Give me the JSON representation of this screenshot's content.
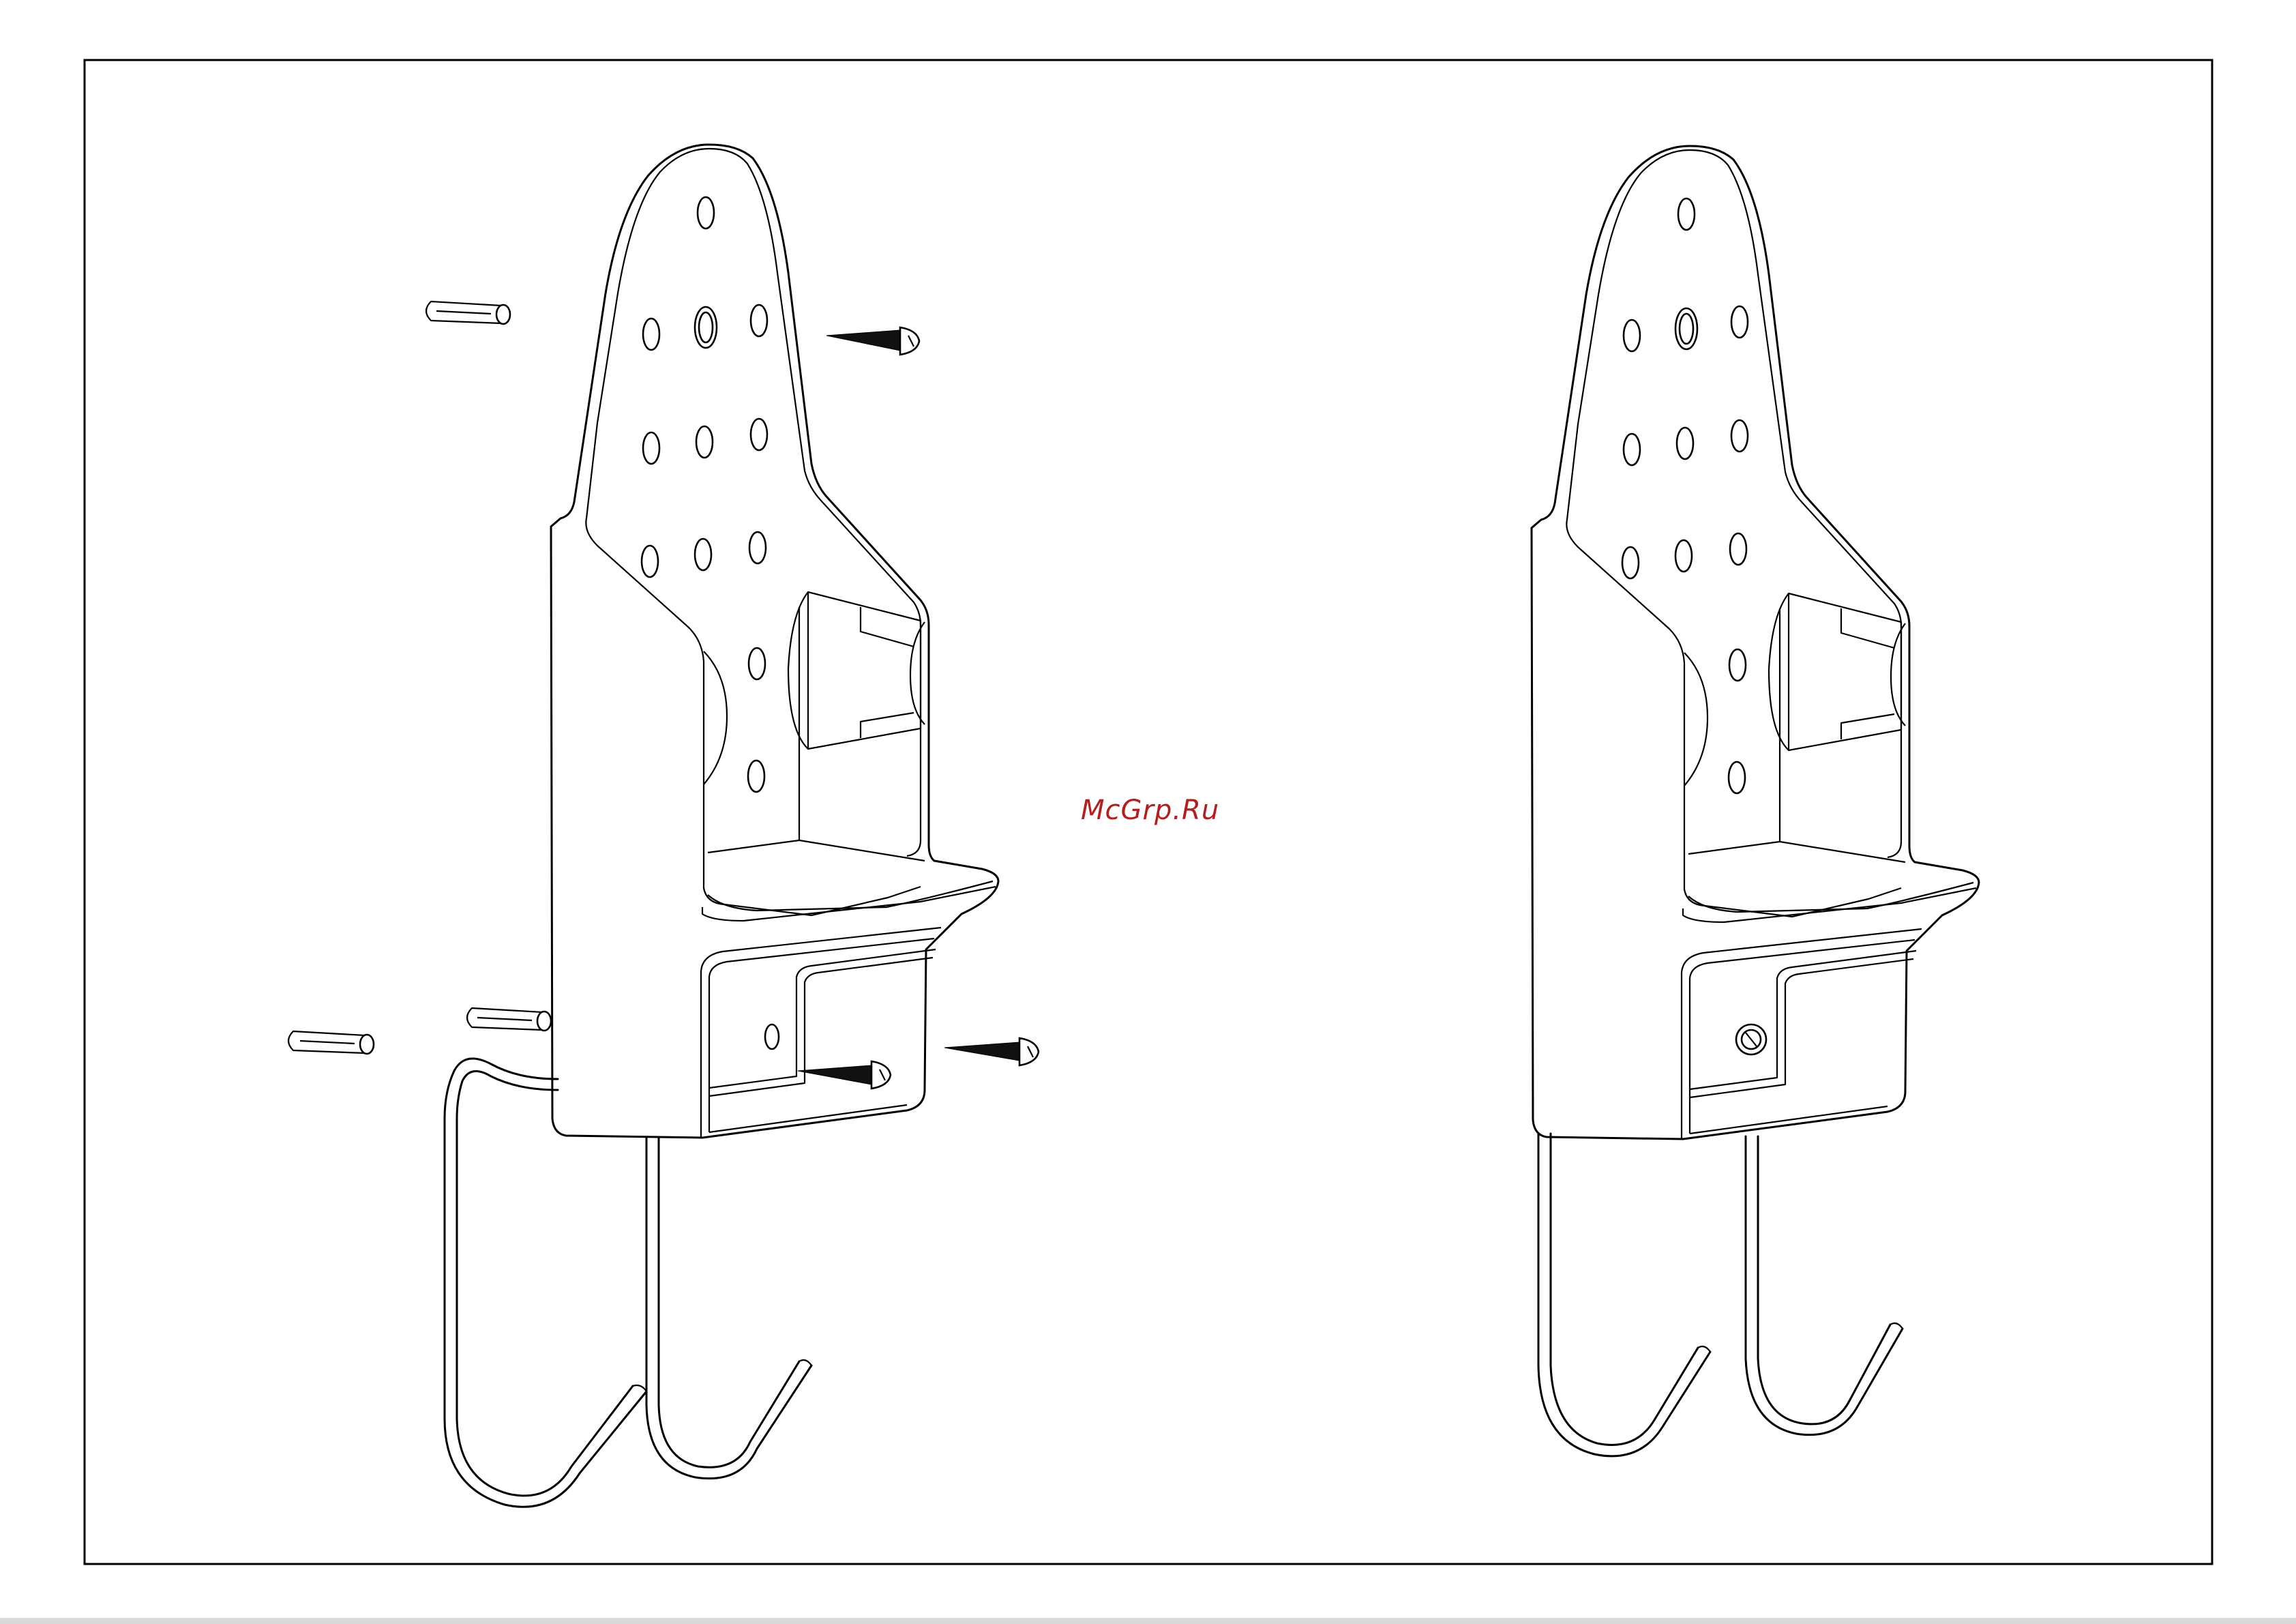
{
  "watermark": {
    "text": "McGrp.Ru",
    "color": "#b41e1e"
  },
  "colors": {
    "line": "#000000",
    "background": "#ffffff",
    "footer_strip": "#d9d9d9"
  },
  "figures": [
    {
      "id": "exploded-view",
      "parts": [
        "wall-holder",
        "wall-plug",
        "screw",
        "wire-hook"
      ]
    },
    {
      "id": "assembled-view",
      "parts": [
        "wall-holder",
        "screw",
        "wire-hook"
      ]
    }
  ]
}
